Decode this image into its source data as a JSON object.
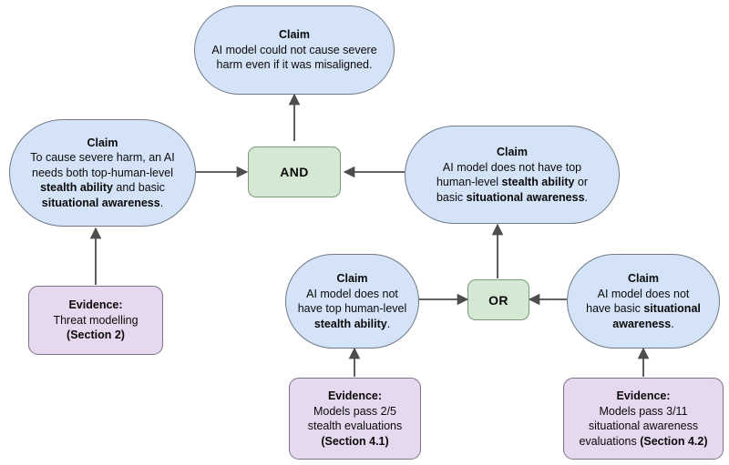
{
  "diagram": {
    "kind": "safety-case-argument-tree",
    "background_color": "#ffffff",
    "colors": {
      "claim_fill": "#d4e3f7",
      "claim_stroke": "#6f7a86",
      "gate_fill": "#d5e8d4",
      "gate_stroke": "#7b9a76",
      "evidence_fill": "#e6d8ee",
      "evidence_stroke": "#7f7288",
      "edge": "#4d4d4d",
      "text": "#0a0a0a"
    }
  },
  "nodes": {
    "top_claim": {
      "type": "claim",
      "title": "Claim",
      "lines": [
        "AI model could not cause severe",
        "harm even if it was misaligned."
      ]
    },
    "left_claim": {
      "type": "claim",
      "title": "Claim",
      "lines": [
        "To cause severe harm, an AI",
        "needs both top-human-level",
        "<b>stealth ability</b> and basic",
        "<b>situational awareness</b>."
      ]
    },
    "right_claim": {
      "type": "claim",
      "title": "Claim",
      "lines": [
        "AI model does not have top",
        "human-level <b>stealth ability</b> or",
        "basic <b>situational awareness</b>."
      ]
    },
    "stealth_claim": {
      "type": "claim",
      "title": "Claim",
      "lines": [
        "AI model does not",
        "have top human-level",
        "<b>stealth ability</b>."
      ]
    },
    "awareness_claim": {
      "type": "claim",
      "title": "Claim",
      "lines": [
        "AI model does not",
        "have basic <b>situational</b>",
        "<b>awareness</b>."
      ]
    },
    "and_gate": {
      "type": "gate",
      "label": "AND"
    },
    "or_gate": {
      "type": "gate",
      "label": "OR"
    },
    "threat_evidence": {
      "type": "evidence",
      "title": "Evidence:",
      "lines": [
        "Threat modelling",
        "<b>(Section 2)</b>"
      ]
    },
    "stealth_evidence": {
      "type": "evidence",
      "title": "Evidence:",
      "lines": [
        "Models pass 2/5",
        "stealth evaluations",
        "<b>(Section 4.1)</b>"
      ]
    },
    "awareness_evidence": {
      "type": "evidence",
      "title": "Evidence:",
      "lines": [
        "Models pass 3/11",
        "situational awareness",
        "evaluations <b>(Section 4.2)</b>"
      ]
    }
  },
  "edges": [
    {
      "name": "edge-and-to-top-claim",
      "from": "and_gate",
      "to": "top_claim"
    },
    {
      "name": "edge-left-claim-to-and",
      "from": "left_claim",
      "to": "and_gate"
    },
    {
      "name": "edge-right-claim-to-and",
      "from": "right_claim",
      "to": "and_gate"
    },
    {
      "name": "edge-threat-evidence-to-left-claim",
      "from": "threat_evidence",
      "to": "left_claim"
    },
    {
      "name": "edge-or-to-right-claim",
      "from": "or_gate",
      "to": "right_claim"
    },
    {
      "name": "edge-stealth-claim-to-or",
      "from": "stealth_claim",
      "to": "or_gate"
    },
    {
      "name": "edge-awareness-claim-to-or",
      "from": "awareness_claim",
      "to": "or_gate"
    },
    {
      "name": "edge-stealth-evidence-to-stealth-claim",
      "from": "stealth_evidence",
      "to": "stealth_claim"
    },
    {
      "name": "edge-awareness-evidence-to-awareness-claim",
      "from": "awareness_evidence",
      "to": "awareness_claim"
    }
  ]
}
